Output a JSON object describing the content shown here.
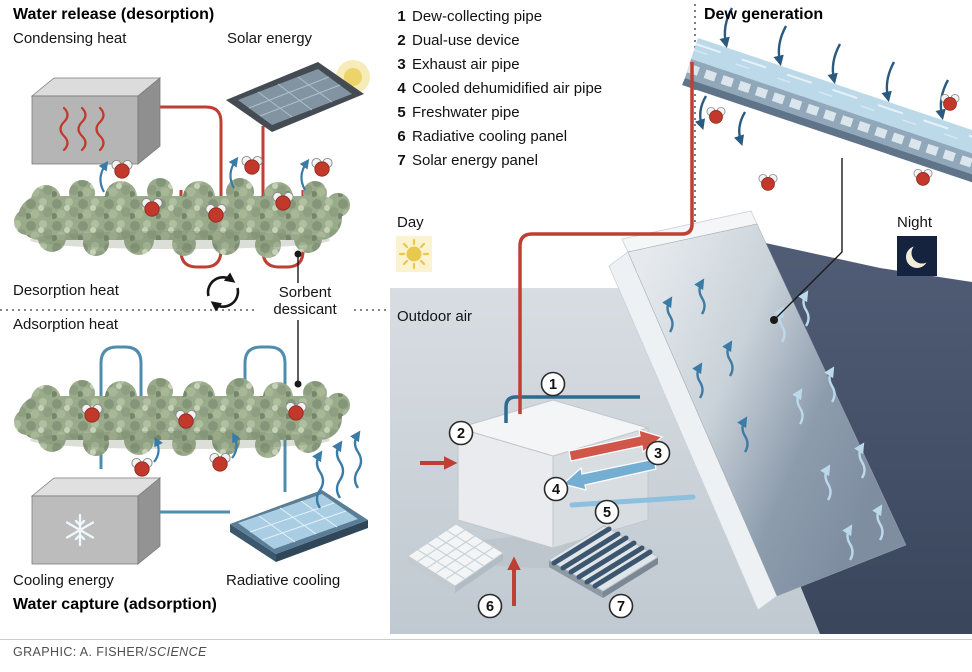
{
  "left_panel": {
    "title_release": "Water release (desorption)",
    "title_capture": "Water capture (adsorption)",
    "condensing_heat": "Condensing heat",
    "solar_energy": "Solar energy",
    "desorption_heat": "Desorption heat",
    "adsorption_heat": "Adsorption heat",
    "sorbent_line1": "Sorbent",
    "sorbent_line2": "dessicant",
    "cooling_energy": "Cooling energy",
    "radiative_cooling": "Radiative cooling"
  },
  "legend": {
    "items": [
      {
        "num": "1",
        "label": "Dew-collecting pipe"
      },
      {
        "num": "2",
        "label": "Dual-use device"
      },
      {
        "num": "3",
        "label": "Exhaust air pipe"
      },
      {
        "num": "4",
        "label": "Cooled dehumidified air pipe"
      },
      {
        "num": "5",
        "label": "Freshwater pipe"
      },
      {
        "num": "6",
        "label": "Radiative cooling panel"
      },
      {
        "num": "7",
        "label": "Solar energy panel"
      }
    ]
  },
  "scene": {
    "title": "Dew generation",
    "day_label": "Day",
    "night_label": "Night",
    "outdoor_air": "Outdoor air",
    "markers": [
      "1",
      "2",
      "3",
      "4",
      "5",
      "6",
      "7"
    ]
  },
  "credit": {
    "prefix": "GRAPHIC: A. FISHER/",
    "source": "SCIENCE"
  },
  "colors": {
    "hot_pipe": "#bf3f33",
    "cold_pipe": "#4f8dac",
    "sorbent_green": "#9aab8b",
    "night_sky": "#46526b",
    "day_floor": "#ccd3da",
    "water_molecule_oxygen": "#c2392c",
    "dew_water": "#bcd9ea"
  }
}
